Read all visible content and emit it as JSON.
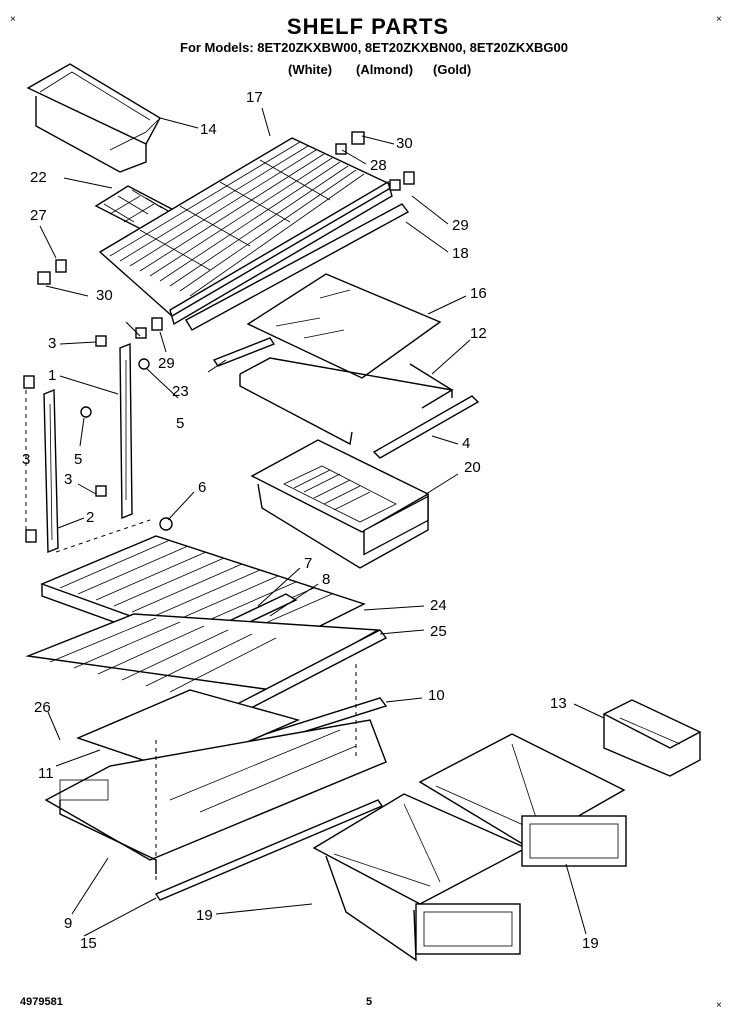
{
  "header": {
    "title": "SHELF PARTS",
    "models_line": "For Models: 8ET20ZKXBW00, 8ET20ZKXBN00, 8ET20ZKXBG00",
    "colors": [
      "(White)",
      "(Almond)",
      "(Gold)"
    ]
  },
  "footer": {
    "doc_number": "4979581",
    "page_number": "5"
  },
  "callouts": [
    "1",
    "2",
    "3",
    "3",
    "3",
    "4",
    "5",
    "5",
    "6",
    "7",
    "8",
    "9",
    "10",
    "11",
    "12",
    "13",
    "14",
    "15",
    "16",
    "17",
    "18",
    "19",
    "19",
    "20",
    "22",
    "23",
    "24",
    "25",
    "26",
    "27",
    "28",
    "29",
    "29",
    "30",
    "30"
  ]
}
